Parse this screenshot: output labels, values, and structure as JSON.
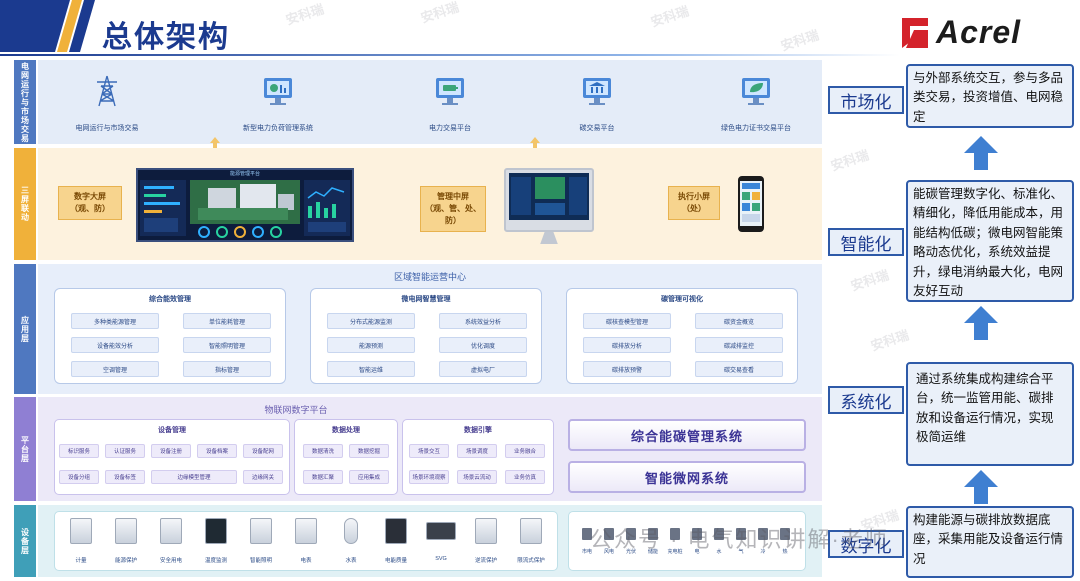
{
  "header": {
    "title": "总体架构",
    "brand": "Acrel"
  },
  "watermark": "安科瑞",
  "layers": {
    "grid": {
      "label": "电网运行与市场交易",
      "items": [
        {
          "label": "电网运行与市场交易",
          "icon": "power-tower-icon"
        },
        {
          "label": "新型电力负荷管理系统",
          "icon": "monitor-chart-icon"
        },
        {
          "label": "电力交易平台",
          "icon": "monitor-battery-icon"
        },
        {
          "label": "碳交易平台",
          "icon": "monitor-building-icon"
        },
        {
          "label": "绿色电力证书交易平台",
          "icon": "monitor-leaf-icon"
        }
      ]
    },
    "screens": {
      "label": "三屏联动",
      "big": {
        "name": "数字大屏",
        "sub": "（观、防）",
        "screen_title": "能源管理平台"
      },
      "mid": {
        "name": "管理中屏",
        "sub": "（观、管、处、防）"
      },
      "small": {
        "name": "执行小屏",
        "sub": "（处）"
      }
    },
    "app": {
      "label": "应用层",
      "title": "区域智能运营中心",
      "panels": [
        {
          "title": "综合能效管理",
          "items": [
            "多种类能源管理",
            "单位能耗管理",
            "设备能效分析",
            "智能照明管理",
            "空调管理",
            "指标管理"
          ]
        },
        {
          "title": "微电网智慧管理",
          "items": [
            "分布式能源监测",
            "系统效益分析",
            "能源预测",
            "优化调度",
            "智能运维",
            "虚拟电厂"
          ]
        },
        {
          "title": "碳管理可视化",
          "items": [
            "碳核查模型管理",
            "碳资金概览",
            "碳排放分析",
            "碳减排监控",
            "碳排放预警",
            "碳交易查看"
          ]
        }
      ]
    },
    "platform": {
      "label": "平台层",
      "title": "物联网数字平台",
      "device_mgmt": {
        "title": "设备管理",
        "row1": [
          "标识服务",
          "认证服务",
          "设备注册",
          "设备档案",
          "设备配网"
        ],
        "row2": [
          "设备分组",
          "设备标签",
          "边缘模型管理",
          "边缘网关"
        ]
      },
      "data_proc": {
        "title": "数据处理",
        "items": [
          "数据清洗",
          "数据挖掘",
          "数据汇聚",
          "应用集成"
        ]
      },
      "rule_engine": {
        "title": "数据引擎",
        "items": [
          "场景交互",
          "场景调度",
          "业务融合",
          "场景环境观察",
          "场景云流动",
          "业务仿真"
        ]
      },
      "systems": [
        "综合能碳管理系统",
        "智能微网系统"
      ]
    },
    "devices": {
      "label": "设备层",
      "items": [
        "计量",
        "能源保护",
        "安全用电",
        "温度监测",
        "智能照明",
        "电表",
        "水表",
        "电能质量",
        "SVG",
        "逆流保护",
        "限流式保护"
      ],
      "sources": [
        "市电",
        "风电",
        "光伏",
        "储能",
        "充电桩",
        "电",
        "水",
        "气",
        "冷",
        "热"
      ]
    }
  },
  "right": [
    {
      "tag": "市场化",
      "desc": "与外部系统交互，参与多品类交易，投资增值、电网稳定"
    },
    {
      "tag": "智能化",
      "desc": "能碳管理数字化、标准化、精细化，降低用能成本，用能结构低碳；微电网智能策略动态优化，系统效益提升，绿电消纳最大化，电网友好互动"
    },
    {
      "tag": "系统化",
      "desc": "通过系统集成构建综合平台，统一监管用能、碳排放和设备运行情况，实现极简运维"
    },
    {
      "tag": "数字化",
      "desc": "构建能源与碳排放数据底座，采集用能及设备运行情况"
    }
  ],
  "footer_watermark": "公众号 · 电气知识讲解·老师",
  "colors": {
    "primary": "#1b3a8f",
    "accent": "#2e5aa8",
    "screen": "#f0b13a",
    "platform": "#8f7fd3",
    "device": "#3f9fb8",
    "brand_red": "#d4232b"
  }
}
